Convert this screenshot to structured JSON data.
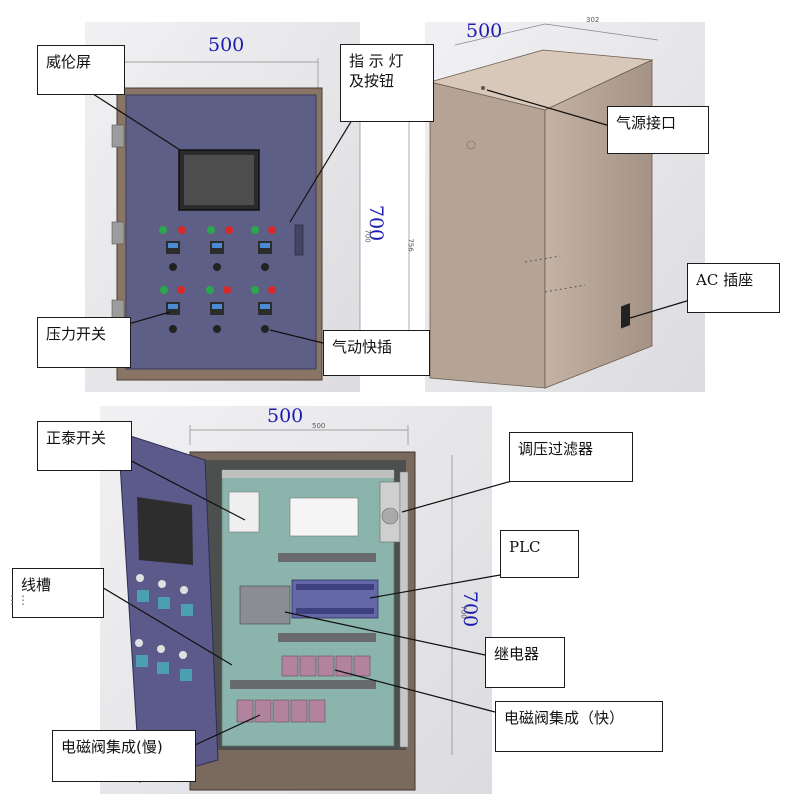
{
  "dimensions": {
    "front_width": "500",
    "side_depth": "500",
    "front_height": "700",
    "inner_width": "500",
    "inner_height": "700",
    "small_depth": "302",
    "small_height_a": "700",
    "small_height_b": "756",
    "small_width_inner": "500",
    "small_height_inner": "700"
  },
  "labels": {
    "weilun_screen": "威伦屏",
    "indicator_button_line1": "指 示 灯",
    "indicator_button_line2": "及按钮",
    "air_source_port": "气源接口",
    "ac_socket": "AC 插座",
    "pressure_switch": "压力开关",
    "pneumatic_quick_plug": "气动快插",
    "zhengtai_switch": "正泰开关",
    "pressure_filter": "调压过滤器",
    "plc": "PLC",
    "wire_duct": "线槽",
    "relay": "继电器",
    "solenoid_fast": "电磁阀集成（快）",
    "solenoid_slow": "电磁阀集成(慢)"
  },
  "colors": {
    "panel_purple": "#5e5f86",
    "frame_brown": "#8a7465",
    "box_tan": "#b5a496",
    "mount_plate": "#8bb5ac",
    "dimension_blue": "#1b1bb0",
    "solenoid_pink": "#b2839e",
    "plc_blue": "#6468a8"
  }
}
